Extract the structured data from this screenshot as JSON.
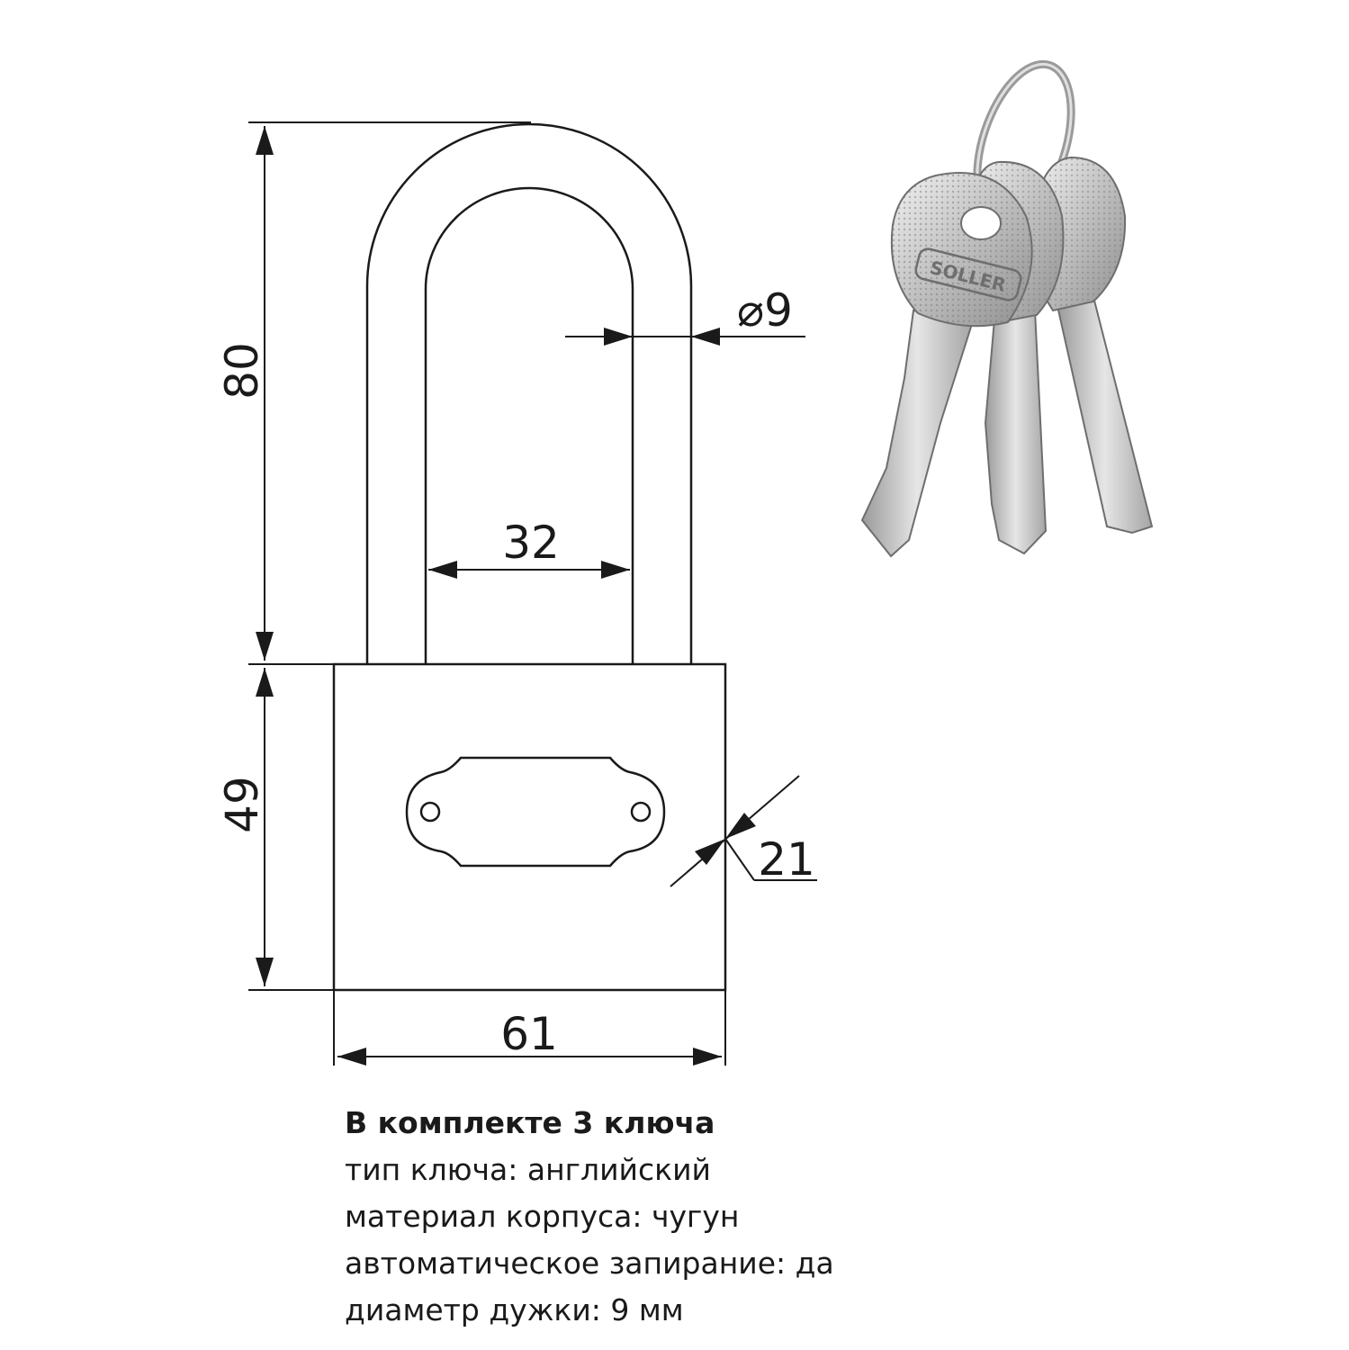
{
  "dimensions": {
    "shackle_height": "80",
    "body_height": "49",
    "body_width": "61",
    "shackle_inner_width": "32",
    "shackle_diameter": "⌀9",
    "body_thickness": "21"
  },
  "key_brand": "SOLLER",
  "specs": [
    "В комплекте 3 ключа",
    "тип ключа: английский",
    "материал корпуса: чугун",
    "автоматическое запирание: да",
    "диаметр дужки: 9 мм"
  ],
  "colors": {
    "line": "#1a1a1a",
    "key_metal": "#c9c9c9",
    "key_shadow": "#8c8c8c"
  }
}
